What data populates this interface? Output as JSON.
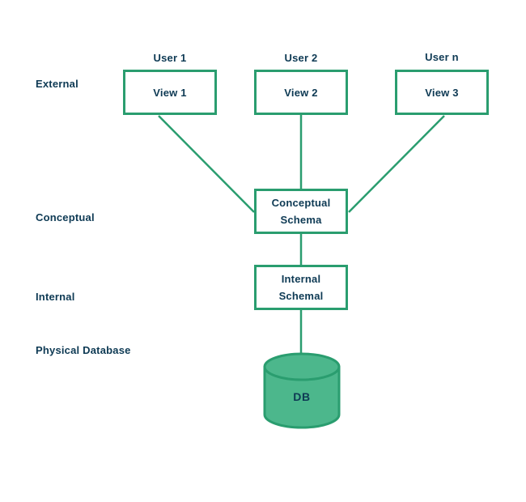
{
  "layers": {
    "external": "External",
    "conceptual": "Conceptual",
    "internal": "Internal",
    "physical": "Physical Database"
  },
  "external_views": [
    {
      "user": "User 1",
      "view": "View 1"
    },
    {
      "user": "User 2",
      "view": "View 2"
    },
    {
      "user": "User n",
      "view": "View 3"
    }
  ],
  "conceptual_schema": {
    "line1": "Conceptual",
    "line2": "Schema"
  },
  "internal_schema": {
    "line1": "Internal",
    "line2": "Schemal"
  },
  "database": {
    "label": "DB"
  },
  "colors": {
    "line_green": "#2a9d6f",
    "cylinder_fill": "#4cb78c",
    "text_navy": "#0e3a54",
    "background": "#ffffff"
  }
}
